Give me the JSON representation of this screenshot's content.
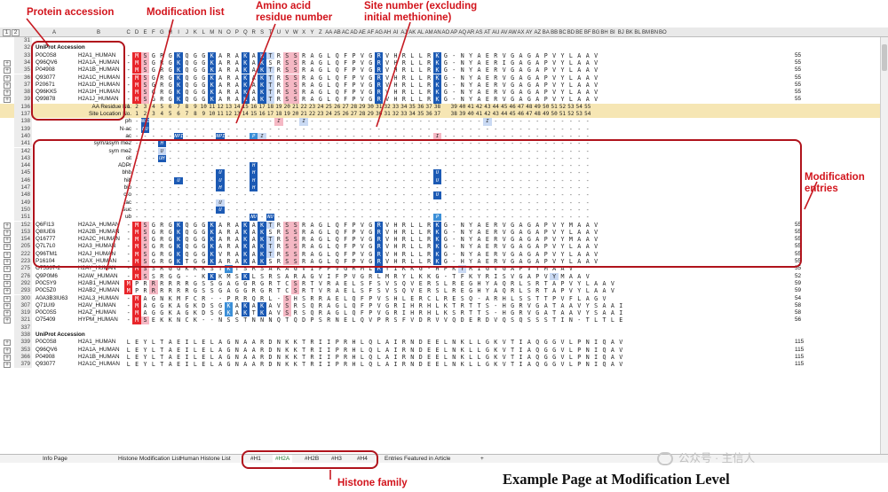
{
  "annotations": {
    "protein_accession": "Protein accession",
    "modification_list": "Modification list",
    "residue_number": "Amino acid\nresidue number",
    "site_number": "Site number (excluding\ninitial methionine)",
    "modification_entries": "Modification\nentries",
    "histone_family": "Histone family"
  },
  "footer_caption": "Example Page at Modification Level",
  "watermark": "公众号 · 主信人",
  "colors": {
    "red": "#e8262b",
    "blue": "#1c5ab4",
    "mid": "#3b8fd8",
    "light": "#c9d9f3",
    "pink": "#f5b8c4",
    "gold": "#f6e6b4",
    "grey": "#d9d9d9",
    "annot": "#d2141c"
  },
  "column_letters": [
    "A",
    "B",
    "C",
    "D",
    "E",
    "F",
    "G",
    "H",
    "I",
    "J",
    "K",
    "L",
    "M",
    "N",
    "O",
    "P",
    "Q",
    "R",
    "S",
    "T",
    "U",
    "V",
    "W",
    "X",
    "Y",
    "Z",
    "AA",
    "AB",
    "AC",
    "AD",
    "AE",
    "AF",
    "AG",
    "AH",
    "AI",
    "AJ",
    "AK",
    "AL",
    "AM",
    "AN",
    "AO",
    "AP",
    "AQ",
    "AR",
    "AS",
    "AT",
    "AU",
    "AV",
    "AW",
    "AX",
    "AY",
    "AZ",
    "BA",
    "BB",
    "BC",
    "BD",
    "BE",
    "BF",
    "BG",
    "BH",
    "BI",
    "BJ",
    "BK",
    "BL",
    "BM",
    "BN",
    "BO"
  ],
  "group_buttons": [
    "1",
    "2"
  ],
  "sheet_tabs": [
    {
      "label": "Info Page"
    },
    {
      "label": "Histone Modification List"
    },
    {
      "label": "Human Histone List"
    },
    {
      "label": "#H1"
    },
    {
      "label": "#H2A",
      "selected": true
    },
    {
      "label": "#H2B"
    },
    {
      "label": "#H3"
    },
    {
      "label": "#H4"
    },
    {
      "label": "Entries Featured in Article"
    },
    {
      "label": "+"
    }
  ],
  "sheet": {
    "section1_header": {
      "row": "32",
      "label": "UniProt Accession"
    },
    "rows_h2a_top": [
      {
        "row": "33",
        "acc": "P0C0S8",
        "name": "H2A1_HUMAN",
        "seq": "-MSGRGKQGGKARAKAKTRSSRAGLQFPVGRVHRLLRKG-NYAERVGAGAPVYLAAV",
        "end": "55"
      },
      {
        "row": "34",
        "acc": "Q96QV6",
        "name": "H2A1A_HUMAN",
        "seq": "-MSGRGKQGGKARAKAKSRSSRAGLQFPVGRVHRLLRKG-NYAERIGAGAPVYLAAV",
        "end": "55"
      },
      {
        "row": "35",
        "acc": "P04908",
        "name": "H2A1B_HUMAN",
        "seq": "-MSGRGKQGGKARAKAKTRSSRAGLQFPVGRVHRLLRKG-NYAERVGAGAPVYLAAV",
        "end": "55"
      },
      {
        "row": "36",
        "acc": "Q93077",
        "name": "H2A1C_HUMAN",
        "seq": "-MSGRGKQGGKARAKAKTRSSRAGLQFPVGRVHRLLRKG-NYAERVGAGAPVYLAAV",
        "end": "55"
      },
      {
        "row": "37",
        "acc": "P20671",
        "name": "H2A1D_HUMAN",
        "seq": "-MSGRGKQGGKARAKAKTRSSRAGLQFPVGRVHRLLRKG-NYAERVGAGAPVYLAAV",
        "end": "55"
      },
      {
        "row": "38",
        "acc": "Q96KK5",
        "name": "H2A1H_HUMAN",
        "seq": "-MSGRGKQGGKARAKAKTRSSRAGLQFPVGRVHRLLRKG-NYAERVGAGAPVYLAAV",
        "end": "55"
      },
      {
        "row": "39",
        "acc": "Q99878",
        "name": "H2A1J_HUMAN",
        "seq": "-MSGRGKQGGKARAKAKTRSSRAGLQFPVGRVHRLLRKG-NYAERVGAGAPVYLAAV",
        "end": "55"
      }
    ],
    "aa_residue_row": {
      "row": "136",
      "label": "AA Residue No.",
      "values": [
        "1",
        "2",
        "3",
        "4",
        "5",
        "6",
        "7",
        "8",
        "9",
        "10",
        "11",
        "12",
        "13",
        "14",
        "15",
        "16",
        "17",
        "18",
        "19",
        "20",
        "21",
        "22",
        "23",
        "24",
        "25",
        "26",
        "27",
        "28",
        "29",
        "30",
        "31",
        "32",
        "33",
        "34",
        "35",
        "36",
        "37",
        "38",
        "",
        "39",
        "40",
        "41",
        "42",
        "43",
        "44",
        "45",
        "46",
        "47",
        "48",
        "49",
        "50",
        "51",
        "52",
        "53",
        "54",
        "55"
      ]
    },
    "site_location_row": {
      "row": "137",
      "label": "Site Location No.",
      "values": [
        "",
        "1",
        "2",
        "3",
        "4",
        "5",
        "6",
        "7",
        "8",
        "9",
        "10",
        "11",
        "12",
        "13",
        "14",
        "15",
        "16",
        "17",
        "18",
        "19",
        "20",
        "21",
        "22",
        "23",
        "24",
        "25",
        "26",
        "27",
        "28",
        "29",
        "30",
        "31",
        "32",
        "33",
        "34",
        "35",
        "36",
        "37",
        "",
        "38",
        "39",
        "40",
        "41",
        "42",
        "43",
        "44",
        "45",
        "46",
        "47",
        "48",
        "49",
        "50",
        "51",
        "52",
        "53",
        "54"
      ]
    },
    "modification_rows": [
      {
        "row": "138",
        "label": "ph",
        "marks": [
          {
            "col": 2,
            "text": "NUI",
            "c": "blue"
          },
          {
            "col": 18,
            "text": "I",
            "c": "pink"
          },
          {
            "col": 21,
            "text": "I",
            "c": "light"
          },
          {
            "col": 43,
            "text": "I",
            "c": "light"
          }
        ]
      },
      {
        "row": "139",
        "label": "N-ac",
        "marks": [
          {
            "col": 2,
            "text": "NU",
            "c": "blue"
          }
        ]
      },
      {
        "row": "140",
        "label": "ac",
        "marks": [
          {
            "col": 6,
            "text": "NPI",
            "c": "blue"
          },
          {
            "col": 11,
            "text": "NPI",
            "c": "blue"
          },
          {
            "col": 15,
            "text": "P",
            "c": "mid"
          },
          {
            "col": 16,
            "text": "I",
            "c": "light"
          },
          {
            "col": 37,
            "text": "I",
            "c": "pink"
          }
        ]
      },
      {
        "row": "141",
        "label": "sym/asym me2",
        "marks": [
          {
            "col": 4,
            "text": "H",
            "c": "blue"
          }
        ]
      },
      {
        "row": "142",
        "label": "sym me2",
        "marks": [
          {
            "col": 4,
            "text": "U",
            "c": "light"
          }
        ]
      },
      {
        "row": "143",
        "label": "cit",
        "marks": [
          {
            "col": 4,
            "text": "UH",
            "c": "blue"
          }
        ]
      },
      {
        "row": "144",
        "label": "ADPr",
        "marks": [
          {
            "col": 15,
            "text": "H",
            "c": "blue"
          }
        ]
      },
      {
        "row": "145",
        "label": "bhb",
        "marks": [
          {
            "col": 11,
            "text": "U",
            "c": "blue"
          },
          {
            "col": 15,
            "text": "H",
            "c": "blue"
          },
          {
            "col": 37,
            "text": "U",
            "c": "blue"
          }
        ]
      },
      {
        "row": "146",
        "label": "hib",
        "marks": [
          {
            "col": 6,
            "text": "U",
            "c": "blue"
          },
          {
            "col": 11,
            "text": "U",
            "c": "blue"
          },
          {
            "col": 15,
            "text": "H",
            "c": "blue"
          },
          {
            "col": 37,
            "text": "U",
            "c": "blue"
          }
        ]
      },
      {
        "row": "147",
        "label": "bio",
        "marks": [
          {
            "col": 11,
            "text": "H",
            "c": "blue"
          },
          {
            "col": 15,
            "text": "H",
            "c": "blue"
          }
        ]
      },
      {
        "row": "148",
        "label": "cro",
        "marks": [
          {
            "col": 37,
            "text": "U",
            "c": "blue"
          }
        ]
      },
      {
        "row": "149",
        "label": "lac",
        "marks": [
          {
            "col": 11,
            "text": "U",
            "c": "light"
          }
        ]
      },
      {
        "row": "150",
        "label": "suc",
        "marks": [
          {
            "col": 11,
            "text": "U",
            "c": "blue"
          }
        ]
      },
      {
        "row": "151",
        "label": "ub",
        "marks": [
          {
            "col": 15,
            "text": "NU",
            "c": "blue"
          },
          {
            "col": 17,
            "text": "NU",
            "c": "blue"
          },
          {
            "col": 37,
            "text": "P",
            "c": "mid"
          }
        ]
      }
    ],
    "rows_h2a_variants": [
      {
        "row": "152",
        "acc": "Q6FI13",
        "name": "H2A2A_HUMAN",
        "seq": "-MSGRGKQGGKARAKAKTRSSRAGLQFPVGRVHRLLRKG-NYAERVGAGAPVYMAAV",
        "end": "55"
      },
      {
        "row": "153",
        "acc": "Q8IUE6",
        "name": "H2A2B_HUMAN",
        "seq": "-MSGRGKQGGKARAKAKSRSSRAGLQFPVGRVHRLLRKG-NYAERVGAGAPVYLAAV",
        "end": "55"
      },
      {
        "row": "154",
        "acc": "Q16777",
        "name": "H2A2C_HUMAN",
        "seq": "-MSGRGKQGGKARAKAKTRSSRAGLQFPVGRVHRLLRKG-NYAERVGAGAPVYMAAV",
        "end": "55"
      },
      {
        "row": "205",
        "acc": "Q7L7L0",
        "name": "H2A3_HUMAN",
        "seq": "-MSGRGKQGGKARAKAKTRSSRAGLQFPVGRVHRLLRKG-NYAERVGAGAPVYLAAV",
        "end": "55"
      },
      {
        "row": "222",
        "acc": "Q96TM1",
        "name": "H2AJ_HUMAN",
        "seq": "-MSGRGKQGGKVRAKAKTRSSRAGLQFPVGRVHRLLRKG-NYAERVGAGAPVYLAAV",
        "end": "55"
      },
      {
        "row": "223",
        "acc": "P16104",
        "name": "H2AX_HUMAN",
        "seq": "-MSGRGKTGGKARAKAKSRSSRAGLQFPVGRVHRLLRKG-HYAERVGAGAPVYLAAV",
        "end": "55"
      },
      {
        "row": "275",
        "acc": "O75367-2",
        "name": "H2AY_HUMAN",
        "seq": "-MSSRGGKKKSTKTSRSAKAGVIFPVGRMLRYIKKG-HPKYRIGVGAPVYMAAV",
        "end": "55"
      },
      {
        "row": "276",
        "acc": "Q9P0M6",
        "name": "H2AW_HUMAN",
        "seq": "-MSSRGG--KKKMSKLSRSARAGVIFPVGRLMRYLKKG-TFKYRISVGAPVYMAAV",
        "end": "52"
      },
      {
        "row": "292",
        "acc": "P0C5Y9",
        "name": "H2AB1_HUMAN",
        "seq": "MPRRRRRRGSSGAGGRGRTCSRTVRAELSFSVSQVERSLREGHYAQRLSRTAPVYLAAV",
        "end": "59"
      },
      {
        "row": "293",
        "acc": "P0C5Z0",
        "name": "H2AB2_HUMAN",
        "seq": "MPRRRRRRGSSGAGGRGRTCSRTVRAELSFSVSQVERSLREGHYAQRLSRTAPVYLAAV",
        "end": "59"
      },
      {
        "row": "300",
        "acc": "A0A3B3IU63",
        "name": "H2AL3_HUMAN",
        "seq": "-MAGNKMFCR--PRRQRL-SHSRRAELQFPVSHLERCLRESQ-ARHLSSTTPVFLAGV",
        "end": "54"
      },
      {
        "row": "307",
        "acc": "Q71UI9",
        "name": "H2AV_HUMAN",
        "seq": "-MAGGKAGKDSGKAKAKAVSRSQRAGLQFPVGRIHRHLKTRTTS-HGRVGATAAVYSAAI",
        "end": "58"
      },
      {
        "row": "319",
        "acc": "P0C0S5",
        "name": "H2AZ_HUMAN",
        "seq": "-MAGGKAGKDSGKAKTKAVSRSQRAGLQFPVGRIHRHLKSRTTS-HGRVGATAAVYSAAI",
        "end": "58"
      },
      {
        "row": "321",
        "acc": "O75409",
        "name": "HYPM_HUMAN",
        "seq": "-MSEKKNCK--NSSTNNNQTQDPSRNELQVPRSFVDRVVQDERDVQSQSSSTIN-TLTLE",
        "end": "56"
      }
    ],
    "blank_row": {
      "row": "337"
    },
    "section2_header": {
      "row": "338",
      "label": "UniProt Accession"
    },
    "rows_section2": [
      {
        "row": "339",
        "acc": "P0C0S8",
        "name": "H2A1_HUMAN",
        "seq": "LEYLTAEILELAGNAARDNKKTRIIPRHLQLAIRNDEELNKLLGKVTIAQGGVLPNIQAV",
        "end": "115"
      },
      {
        "row": "353",
        "acc": "Q96QV6",
        "name": "H2A1A_HUMAN",
        "seq": "LEYLTAEILELAGNAARDNKKTRIIPRHLQLAIRNDEELNKLLGKVTIAQGGVLPNIQAV",
        "end": "115"
      },
      {
        "row": "366",
        "acc": "P04908",
        "name": "H2A1B_HUMAN",
        "seq": "LEYLTAEILELAGNAARDNKKTRIIPRHLQLAIRNDEELNKLLGKVTIAQGGVLPNIQAV",
        "end": "115"
      },
      {
        "row": "379",
        "acc": "Q93077",
        "name": "H2A1C_HUMAN",
        "seq": "LEYLTAEILELAGNAARDNKKTRIIPRHLQLAIRNDEELNKLLGKVTIAQGGVLPNIQAV",
        "end": "115"
      }
    ]
  }
}
